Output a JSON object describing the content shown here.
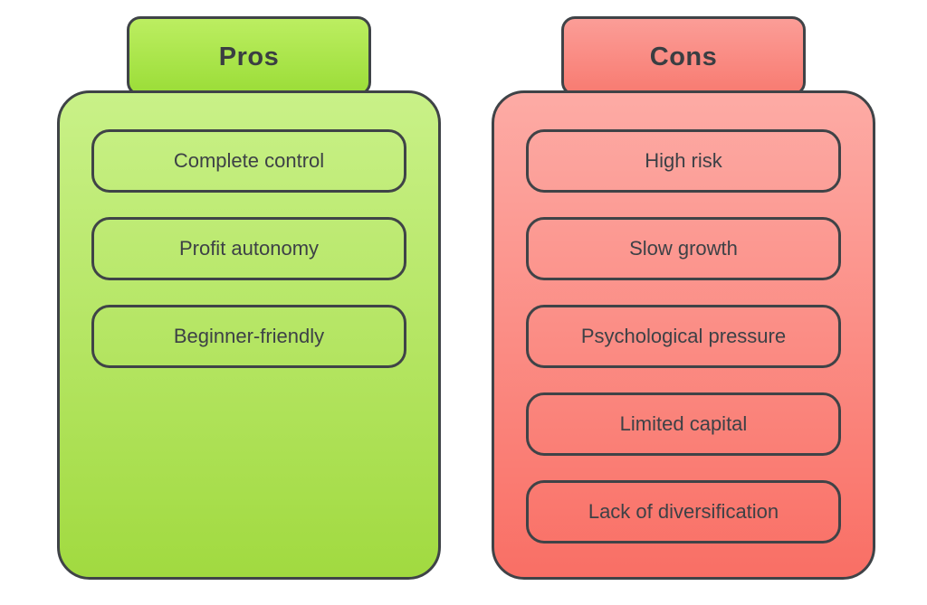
{
  "colors": {
    "border": "#3f4347",
    "text": "#3d4146",
    "heading_text": "#3a3e42",
    "pros_tab_top": "#bcee61",
    "pros_tab_bottom": "#9bdd38",
    "pros_card_top": "#c9f188",
    "pros_card_bottom": "#a1da40",
    "cons_tab_top": "#fb9d97",
    "cons_tab_bottom": "#f87b71",
    "cons_card_top": "#fdaba5",
    "cons_card_bottom": "#f96f65"
  },
  "columns": [
    {
      "title": "Pros",
      "items": [
        "Complete control",
        "Profit autonomy",
        "Beginner-friendly"
      ]
    },
    {
      "title": "Cons",
      "items": [
        "High risk",
        "Slow growth",
        "Psychological pressure",
        "Limited capital",
        "Lack of diversification"
      ]
    }
  ]
}
